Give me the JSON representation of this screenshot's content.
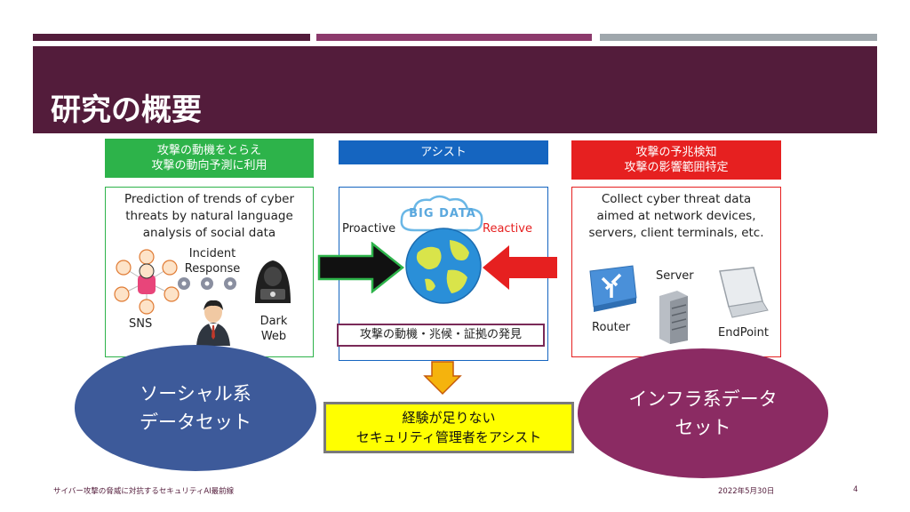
{
  "slide": {
    "title": "研究の概要",
    "footer_left": "サイバー攻撃の脅威に対抗するセキュリティAI最前線",
    "footer_date": "2022年5月30日",
    "page_number": "4"
  },
  "colors": {
    "bar1": "#531c3b",
    "bar2": "#8c3a6c",
    "bar3": "#9fa7ac",
    "green": "#2db34a",
    "blue": "#1565c0",
    "red": "#e62020",
    "social_ellipse": "#3d5a9a",
    "infra_ellipse": "#8b2b63",
    "highlight": "#ffff00"
  },
  "left": {
    "header_line1": "攻撃の動機をとらえ",
    "header_line2": "攻撃の動向予測に利用",
    "desc_line1": "Prediction of trends of cyber",
    "desc_line2": "threats by natural language",
    "desc_line3": "analysis of social data",
    "incident_line1": "Incident",
    "incident_line2": "Response",
    "sns": "SNS",
    "dark_line1": "Dark",
    "dark_line2": "Web",
    "ellipse_line1": "ソーシャル系",
    "ellipse_line2": "データセット"
  },
  "center": {
    "header": "アシスト",
    "big_data": "BIG DATA",
    "proactive": "Proactive",
    "reactive": "Reactive",
    "discovery": "攻撃の動機・兆候・証拠の発見",
    "result_line1": "経験が足りない",
    "result_line2": "セキュリティ管理者をアシスト"
  },
  "right": {
    "header_line1": "攻撃の予兆検知",
    "header_line2": "攻撃の影響範囲特定",
    "desc_line1": "Collect cyber threat data",
    "desc_line2": "aimed at network devices,",
    "desc_line3": "servers, client terminals, etc.",
    "server": "Server",
    "router": "Router",
    "endpoint": "EndPoint",
    "ellipse_line1": "インフラ系データ",
    "ellipse_line2": "セット"
  }
}
